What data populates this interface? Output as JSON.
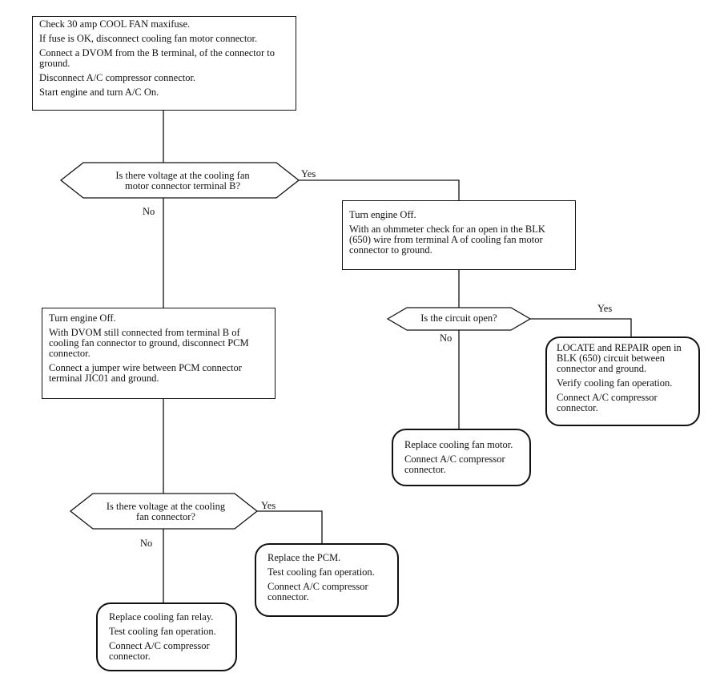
{
  "boxes": {
    "start": [
      "Check 30 amp COOL FAN maxifuse.",
      "If fuse is OK, disconnect cooling fan motor connector.",
      "Connect a DVOM from the B terminal, of the connector to ground.",
      "Disconnect A/C compressor connector.",
      "Start engine and turn A/C On."
    ],
    "check_ground": [
      "Turn engine Off.",
      "With an ohmmeter check for an open in the BLK (650) wire from terminal A of cooling fan motor connector to ground."
    ],
    "pcm_jumper": [
      "Turn engine Off.",
      "With DVOM still connected from terminal B of cooling fan connector to ground, disconnect PCM connector.",
      "Connect a jumper wire between PCM connector terminal JIC01 and ground."
    ],
    "repair_open": [
      "LOCATE and REPAIR open in BLK (650) circuit between connector and ground.",
      "Verify cooling fan operation.",
      "Connect A/C compressor connector."
    ],
    "replace_motor": [
      "Replace cooling fan motor.",
      "Connect A/C compressor connector."
    ],
    "replace_pcm": [
      "Replace the PCM.",
      "Test cooling fan operation.",
      "Connect A/C compressor connector."
    ],
    "replace_relay": [
      "Replace cooling fan relay.",
      "Test cooling fan operation.",
      "Connect A/C compressor connector."
    ]
  },
  "decisions": {
    "d1": "Is there voltage at the cooling fan motor connector terminal B?",
    "d2": "Is the circuit open?",
    "d3": "Is there voltage at the cooling fan connector?"
  },
  "labels": {
    "yes": "Yes",
    "no": "No"
  }
}
